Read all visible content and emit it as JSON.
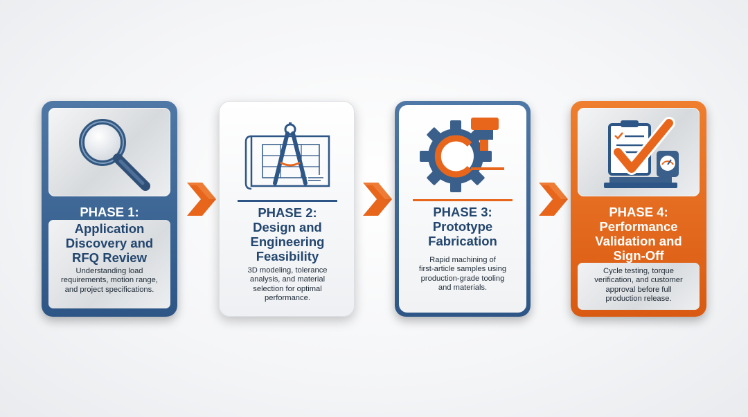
{
  "phases": [
    {
      "label": "PHASE 1:",
      "title_lines": [
        "Application",
        "Discovery and",
        "RFQ Review"
      ],
      "description_lines": [
        "Understanding load",
        "requirements, motion range,",
        "and project specifications."
      ],
      "icon": "magnifying-glass-icon"
    },
    {
      "label": "PHASE 2:",
      "title_lines": [
        "Design and",
        "Engineering",
        "Feasibility"
      ],
      "description_lines": [
        "3D modeling, tolerance",
        "analysis, and material",
        "selection for optimal",
        "performance."
      ],
      "icon": "blueprint-compass-icon"
    },
    {
      "label": "PHASE 3:",
      "title_lines": [
        "Prototype",
        "Fabrication"
      ],
      "description_lines": [
        "Rapid machining of",
        "first-article samples using",
        "production-grade tooling",
        "and materials."
      ],
      "icon": "gear-cnc-icon"
    },
    {
      "label": "PHASE 4:",
      "title_lines": [
        "Performance",
        "Validation and",
        "Sign-Off"
      ],
      "description_lines": [
        "Cycle testing, torque",
        "verification, and customer",
        "approval before full",
        "production release."
      ],
      "icon": "checklist-gauge-icon"
    }
  ],
  "colors": {
    "navy": "#2d5686",
    "orange": "#e8661c",
    "title_dark": "#23466e"
  },
  "connector_icon": "chevron-right-icon"
}
